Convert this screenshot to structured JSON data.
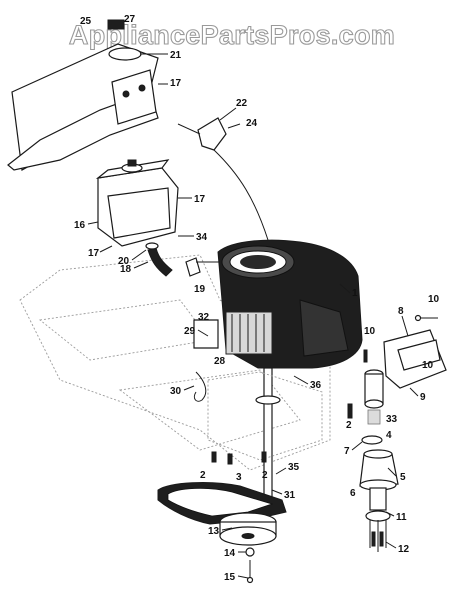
{
  "watermark": "AppliancePartsPros.com",
  "callouts": [
    "1",
    "2",
    "2",
    "2",
    "3",
    "4",
    "5",
    "6",
    "7",
    "8",
    "9",
    "10",
    "10",
    "10",
    "11",
    "12",
    "13",
    "14",
    "15",
    "16",
    "17",
    "17",
    "17",
    "18",
    "19",
    "20",
    "21",
    "22",
    "24",
    "25",
    "27",
    "28",
    "29",
    "30",
    "31",
    "32",
    "33",
    "34",
    "35",
    "36"
  ]
}
